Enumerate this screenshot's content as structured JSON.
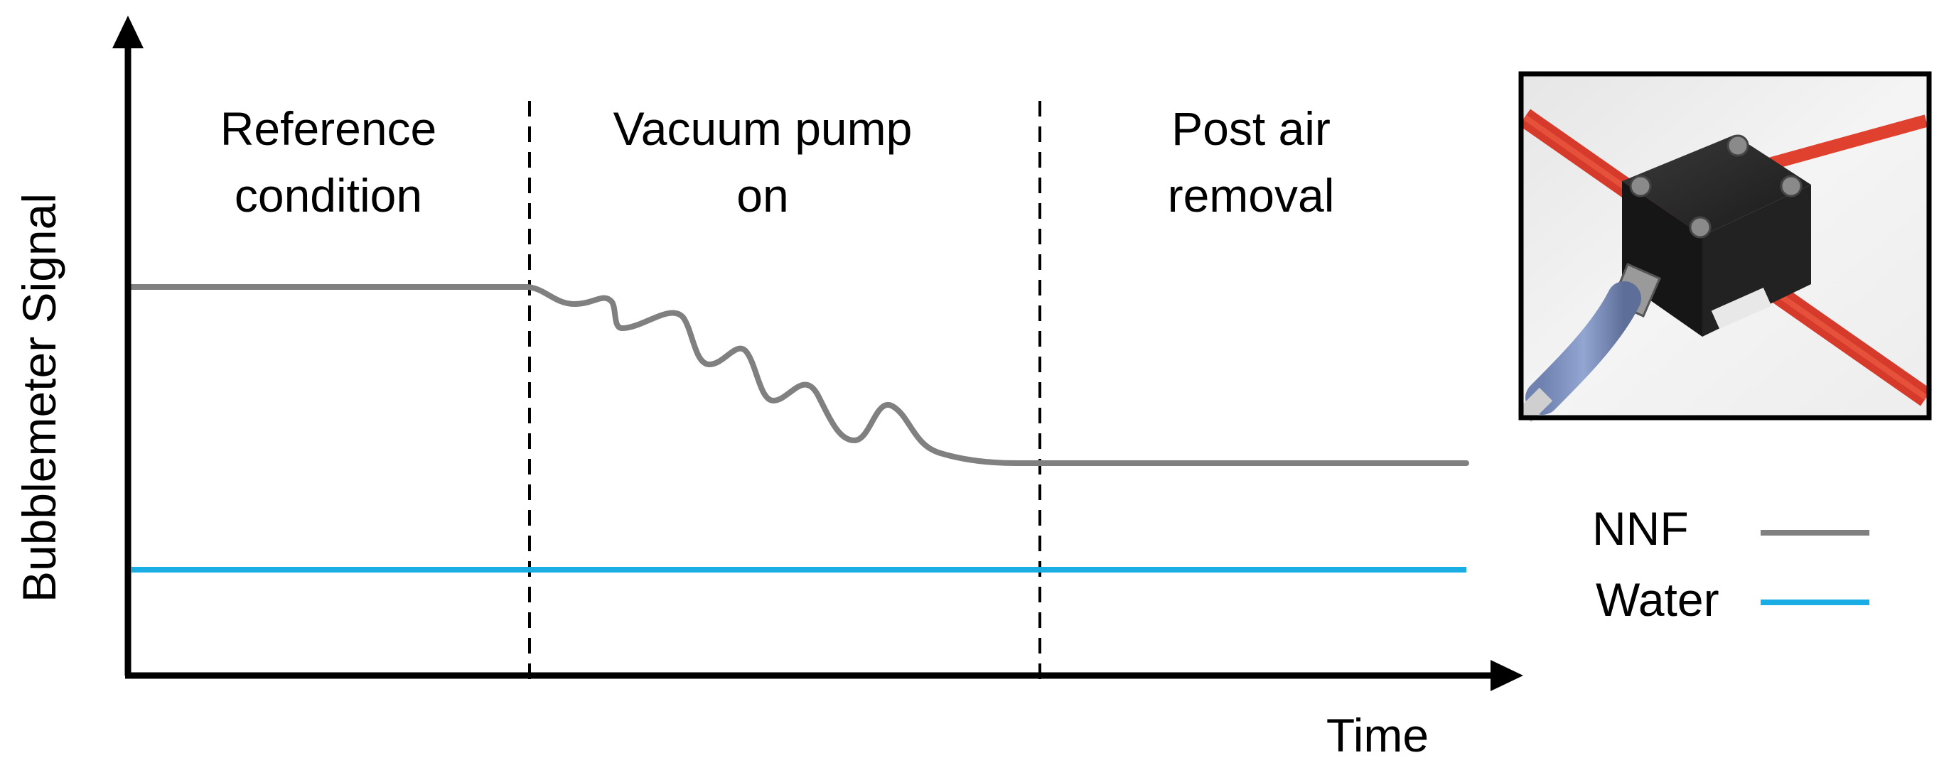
{
  "axes": {
    "y_label": "Bubblemeter Signal",
    "x_label": "Time"
  },
  "phases": [
    {
      "line1": "Reference",
      "line2": "condition"
    },
    {
      "line1": "Vacuum pump",
      "line2": "on"
    },
    {
      "line1": "Post air",
      "line2": "removal"
    }
  ],
  "legend": {
    "items": [
      {
        "label": "NNF",
        "color": "#808080"
      },
      {
        "label": "Water",
        "color": "#1AADE4"
      }
    ]
  },
  "colors": {
    "axis": "#000000",
    "nnf": "#808080",
    "water": "#1AADE4",
    "divider": "#000000"
  },
  "photo": {
    "icon": "bubble-sensor-photo"
  }
}
